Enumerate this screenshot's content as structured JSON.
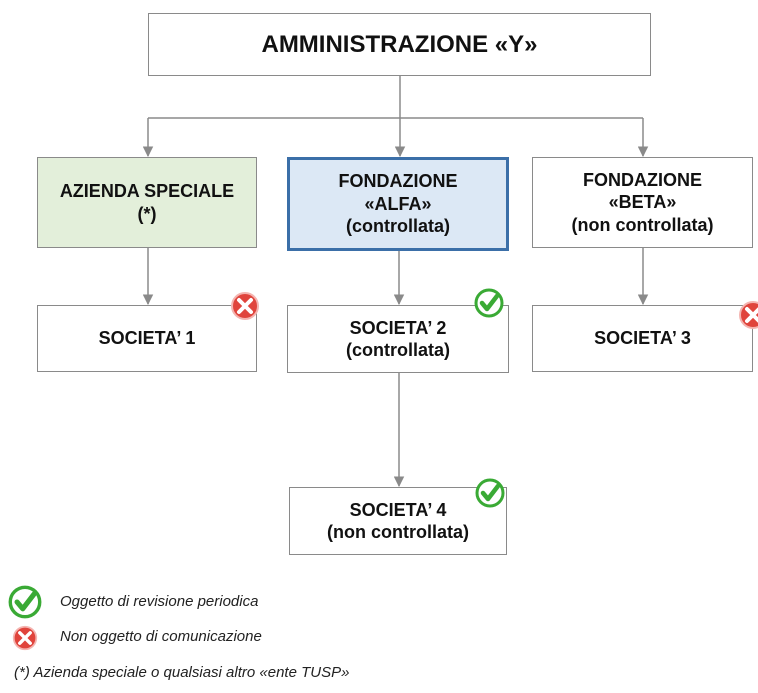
{
  "root": {
    "label": "AMMINISTRAZIONE «Y»"
  },
  "level1": [
    {
      "id": "azienda",
      "label": "AZIENDA SPECIALE\n(*)",
      "fill": "#e3efda"
    },
    {
      "id": "alfa",
      "label": "FONDAZIONE\n«ALFA»\n(controllata)",
      "fill": "#dce8f5",
      "border": "#3b6fa8"
    },
    {
      "id": "beta",
      "label": "FONDAZIONE\n«BETA»\n(non controllata)",
      "fill": "#ffffff"
    }
  ],
  "level2": [
    {
      "id": "s1",
      "label": "SOCIETA’ 1",
      "status": "cross"
    },
    {
      "id": "s2",
      "label": "SOCIETA’ 2\n(controllata)",
      "status": "check"
    },
    {
      "id": "s3",
      "label": "SOCIETA’ 3",
      "status": "cross"
    }
  ],
  "level3": [
    {
      "id": "s4",
      "label": "SOCIETA’ 4\n(non controllata)",
      "status": "check"
    }
  ],
  "legend": {
    "check_text": "Oggetto di revisione periodica",
    "cross_text": "Non oggetto di comunicazione",
    "note": "(*) Azienda speciale o qualsiasi altro «ente TUSP»"
  },
  "colors": {
    "check": "#3aaa35",
    "cross": "#e0443c",
    "connector": "#8a8a8a"
  }
}
